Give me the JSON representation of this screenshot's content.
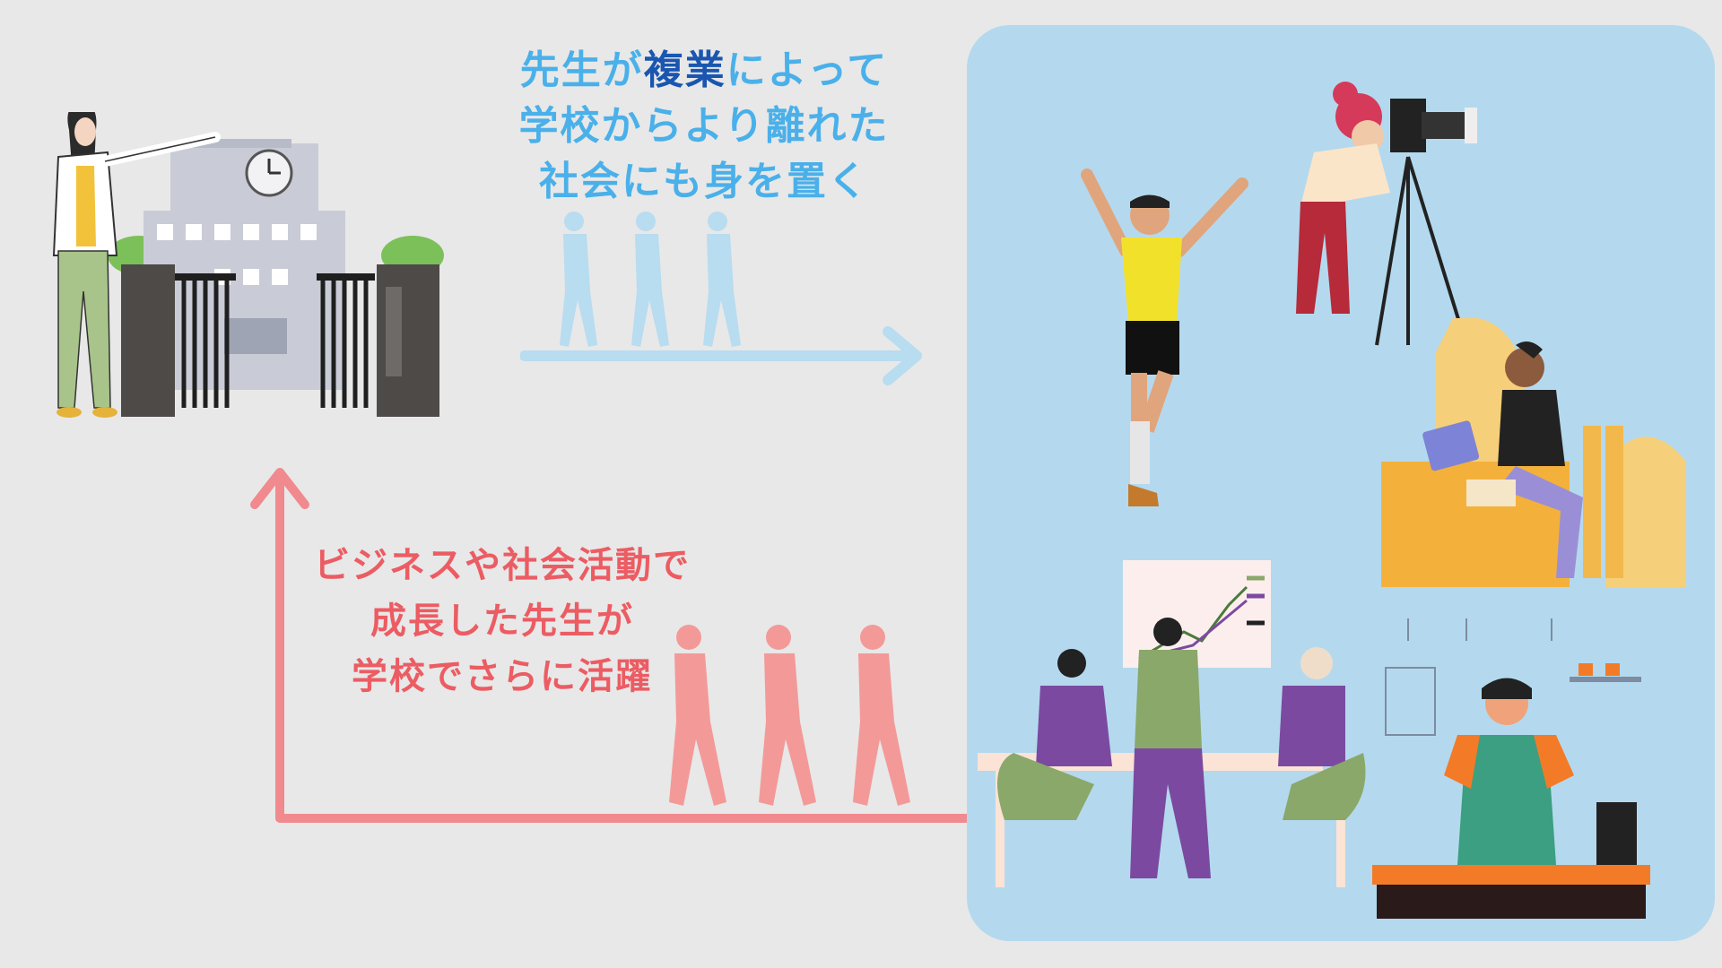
{
  "top_message": {
    "line1_a": "先生が",
    "line1_b": "複業",
    "line1_c": "によって",
    "line2": "学校からより離れた",
    "line3": "社会にも身を置く"
  },
  "bottom_message": {
    "line1": "ビジネスや社会活動で",
    "line2": "成長した先生が",
    "line3": "学校でさらに活躍"
  },
  "colors": {
    "background": "#e8e8e8",
    "panel": "#b4d9ee",
    "blue_text": "#4ab0ea",
    "blue_emphasis": "#1a56b0",
    "red_text": "#ec5c63",
    "light_blue_arrow": "#b8dcf0",
    "red_arrow": "#f08a8e"
  },
  "icons": {
    "school": "school-building-icon",
    "teacher": "teacher-pointing-icon",
    "referee": "referee-icon",
    "camera": "camera-operator-icon",
    "laptop": "laptop-worker-icon",
    "meeting": "business-meeting-icon",
    "barista": "barista-icon"
  }
}
